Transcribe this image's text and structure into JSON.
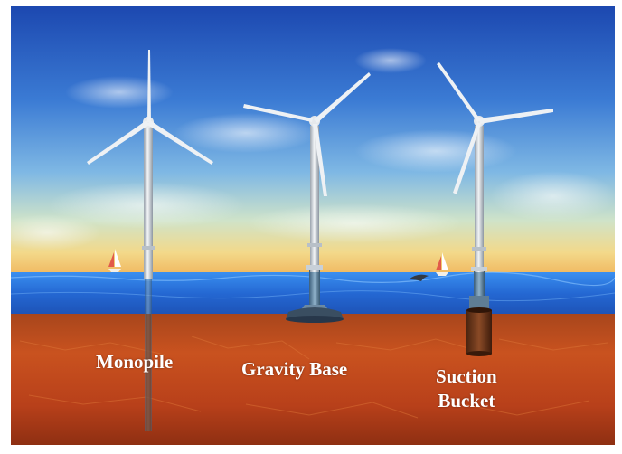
{
  "diagram": {
    "labels": {
      "monopile": "Monopile",
      "gravity_base": "Gravity Base",
      "suction_bucket_line1": "Suction",
      "suction_bucket_line2": "Bucket"
    },
    "colors": {
      "sky_top": "#1f4fb6",
      "sky_horizon": "#f0d27a",
      "sea": "#2a6fd6",
      "seabed": "#c2471a",
      "tower": "#d9dde2",
      "label_text": "#ffffff"
    }
  }
}
